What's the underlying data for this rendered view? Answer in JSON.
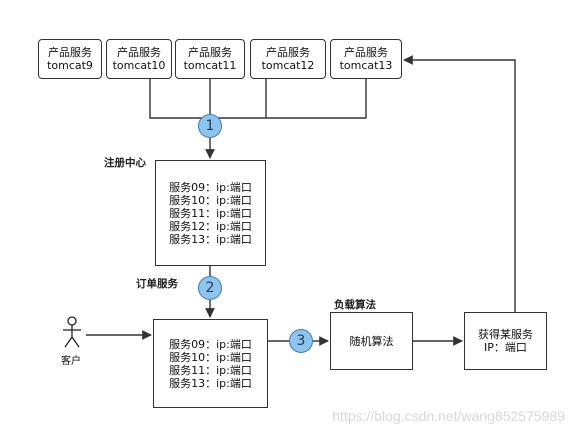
{
  "product_services": [
    {
      "line1": "产品服务",
      "line2": "tomcat9"
    },
    {
      "line1": "产品服务",
      "line2": "tomcat10"
    },
    {
      "line1": "产品服务",
      "line2": "tomcat11"
    },
    {
      "line1": "产品服务",
      "line2": "tomcat12"
    },
    {
      "line1": "产品服务",
      "line2": "tomcat13"
    }
  ],
  "registry": {
    "label": "注册中心",
    "entries": [
      "服务09：ip:端口",
      "服务10：ip:端口",
      "服务11：ip:端口",
      "服务12：ip:端口",
      "服务13：ip:端口"
    ]
  },
  "order": {
    "label": "订单服务",
    "entries": [
      "服务09：ip:端口",
      "服务10：ip:端口",
      "服务11：ip:端口",
      "服务13：ip:端口"
    ]
  },
  "load_balance": {
    "label": "负载算法",
    "box_text": "随机算法"
  },
  "result": {
    "line1": "获得某服务",
    "line2": "IP：端口"
  },
  "customer": {
    "label": "客户"
  },
  "steps": [
    "1",
    "2",
    "3"
  ],
  "watermark": "https://blog.csdn.net/wang852575989",
  "colors": {
    "badge_fill": "#8ec4ee",
    "badge_stroke": "#3d7fbf",
    "line": "#333333"
  }
}
